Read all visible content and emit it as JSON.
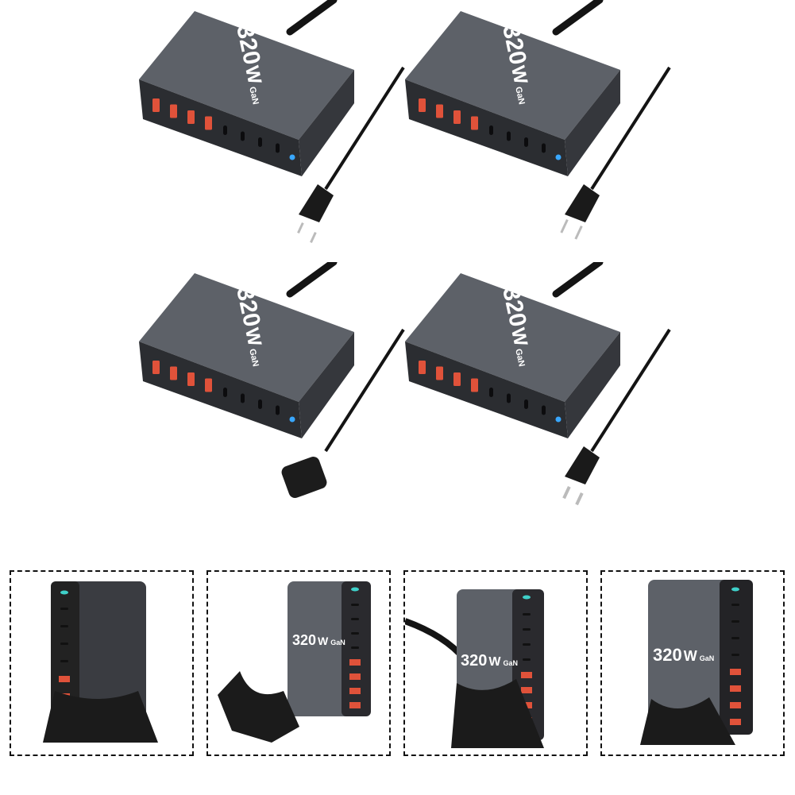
{
  "product": {
    "wattage_label": "320",
    "unit_label": "W",
    "gan_label": "GaN",
    "colors": {
      "body": "#5d6168",
      "front": "#2b2d31",
      "usb_a": "#e0523a",
      "led": "#39a7ff",
      "cable": "#141414"
    }
  },
  "top_variants": [
    {
      "plug": "au-plug-icon"
    },
    {
      "plug": "us-plug-icon"
    },
    {
      "plug": "uk-plug-icon"
    },
    {
      "plug": "eu-plug-icon"
    }
  ],
  "ports": {
    "usb_c_count": 4,
    "usb_a_count": 4
  },
  "bottom_views": [
    {
      "view": "standing-rear"
    },
    {
      "view": "stand-separate"
    },
    {
      "view": "standing-with-cable"
    },
    {
      "view": "standing-front"
    }
  ]
}
